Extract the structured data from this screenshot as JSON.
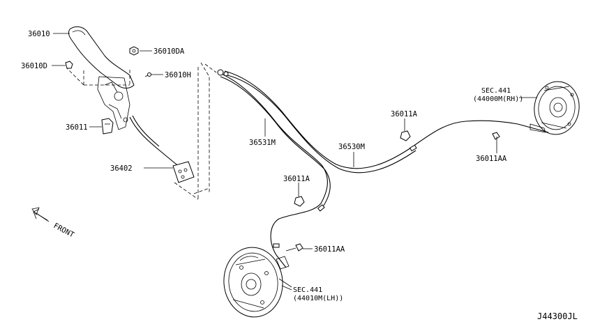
{
  "labels": {
    "p36010": "36010",
    "p36010DA": "36010DA",
    "p36010D": "36010D",
    "p36010H": "36010H",
    "p36011_left": "36011",
    "p36402": "36402",
    "p36531M": "36531M",
    "p36530M": "36530M",
    "p36011A_top": "36011A",
    "p36011A_mid": "36011A",
    "p36011AA_right": "36011AA",
    "p36011AA_bottom": "36011AA",
    "sec_rh_line1": "SEC.441",
    "sec_rh_line2": "(44000M(RH))",
    "sec_lh_line1": "SEC.441",
    "sec_lh_line2": "(44010M(LH))",
    "front": "FRONT"
  },
  "drawing_number": "J44300JL"
}
